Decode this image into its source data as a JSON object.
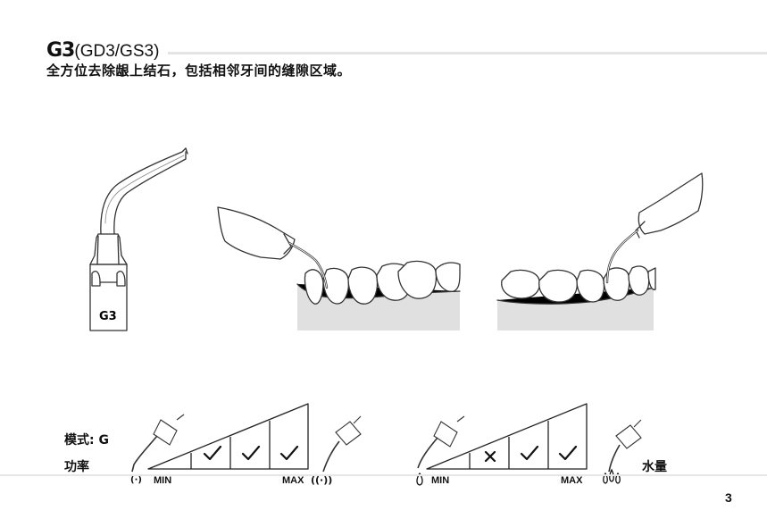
{
  "header": {
    "model": "G3",
    "variants": "(GD3/GS3)",
    "description": "全方位去除龈上结石，包括相邻牙间的缝隙区域。"
  },
  "illustration": {
    "tip_engraving": "G3"
  },
  "settings": {
    "mode_label": "模式: G",
    "power": {
      "label": "功率",
      "min_label": "MIN",
      "max_label": "MAX",
      "levels": [
        "check",
        "check",
        "check"
      ]
    },
    "water": {
      "label": "水量",
      "min_label": "MIN",
      "max_label": "MAX",
      "levels": [
        "cross",
        "check",
        "check"
      ]
    }
  },
  "footer": {
    "page_number": "3"
  }
}
